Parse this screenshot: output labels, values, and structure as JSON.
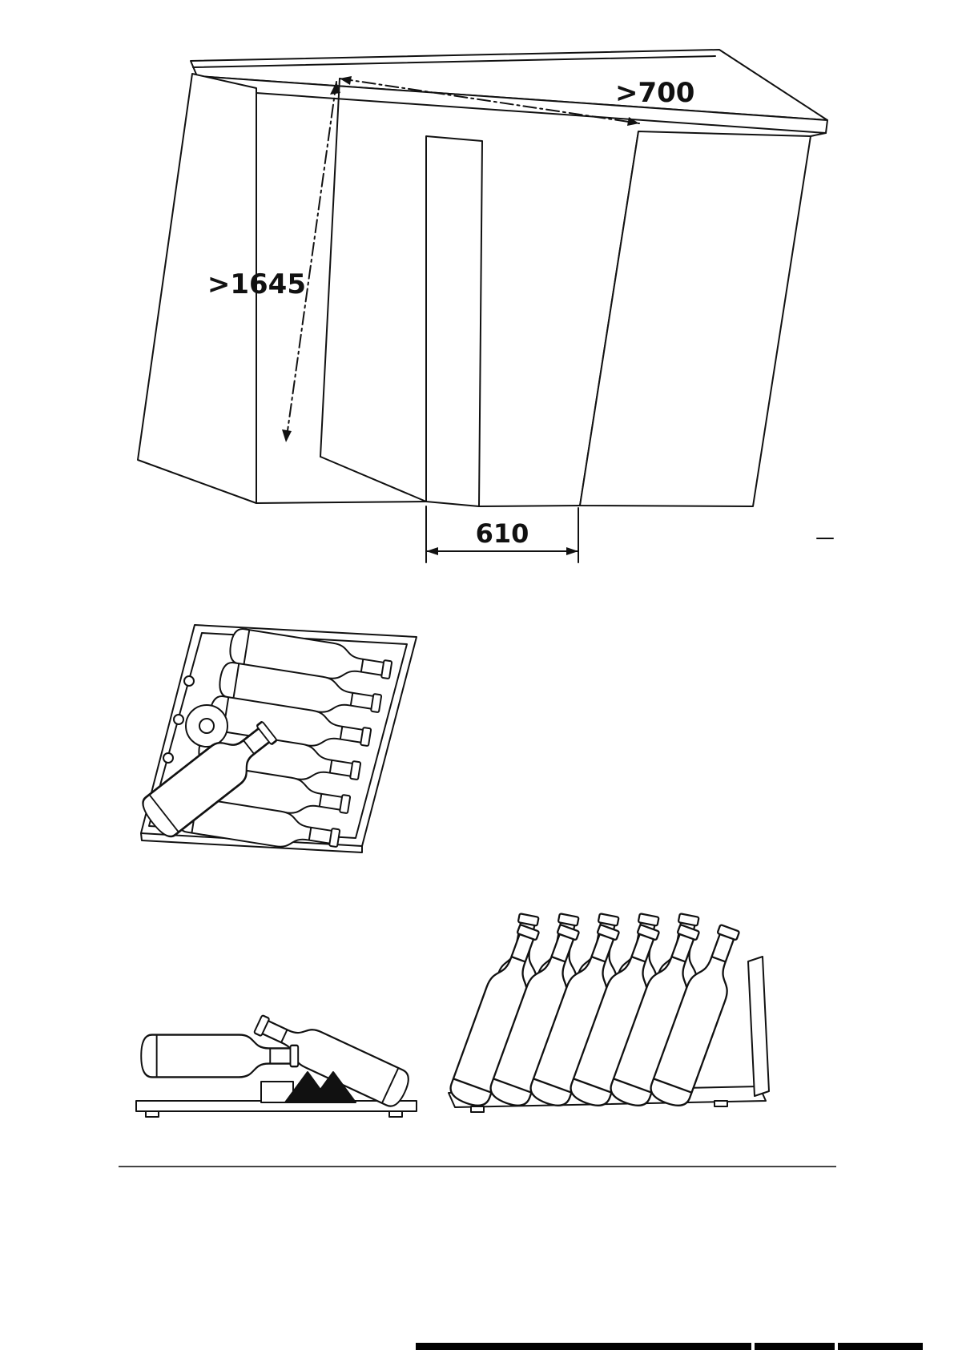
{
  "page": {
    "background": "#ffffff",
    "line_color": "#111111"
  },
  "dimensions": {
    "niche_depth": ">700",
    "niche_height": ">1645",
    "niche_width": "610"
  }
}
